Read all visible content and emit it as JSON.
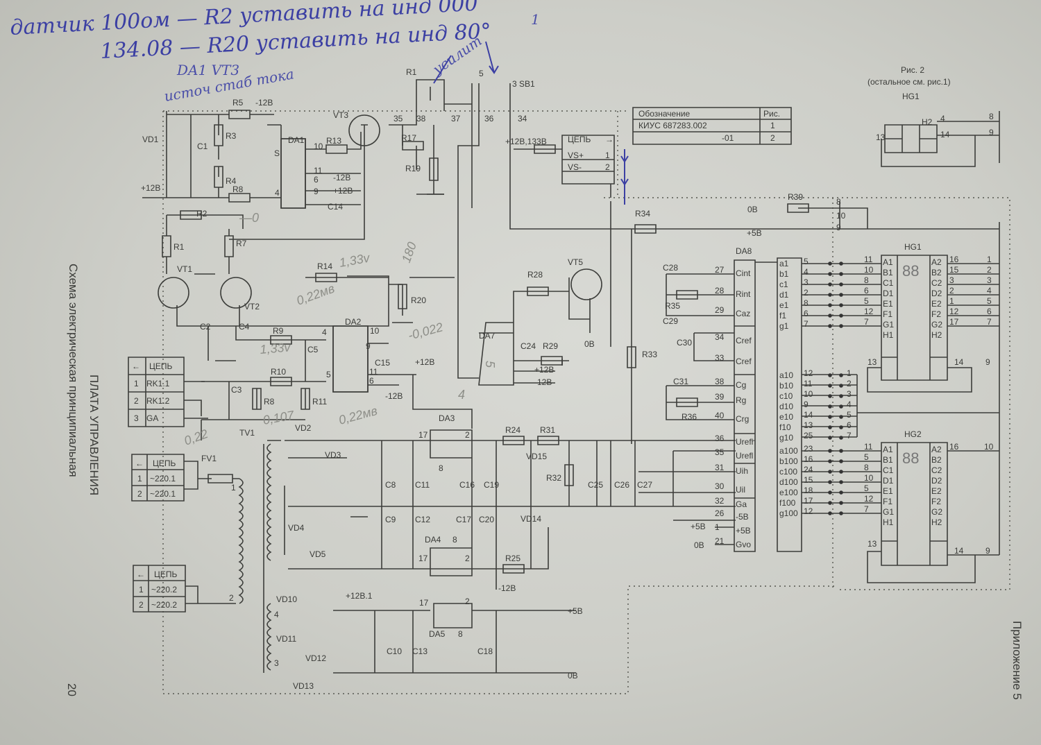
{
  "handwritten_notes": {
    "line1": "датчик 100ом — R2 уставить на инд 000",
    "line2": "134.08 — R20 уставить на инд 80°",
    "line3": "DA1 VT3",
    "line4": "источ стаб тока",
    "arrow_note": "усилит",
    "corner_mark": "1"
  },
  "pencil_notes": [
    "1,33v",
    "180",
    "0,22мв",
    "1,33v",
    "-0,022",
    "0,22мв",
    "0,107",
    "0,22",
    "5",
    "4",
    "—0"
  ],
  "title": {
    "main": "ПЛАТА УПРАВЛЕНИЯ",
    "subtitle": "Схема электрическая принципиальная",
    "page_number": "20",
    "appendix": "Приложение 5"
  },
  "figure2": {
    "caption": "Рис. 2",
    "note": "(остальное см. рис.1)",
    "component": "HG1",
    "pins": [
      "13",
      "4",
      "14",
      "8",
      "9",
      "H2"
    ]
  },
  "designation_table": {
    "headers": [
      "Обозначение",
      "Рис."
    ],
    "rows": [
      [
        "КИУС 687283.002",
        "1"
      ],
      [
        "-01",
        "2"
      ]
    ]
  },
  "connectors": [
    {
      "header": [
        "←",
        "ЦЕПЬ"
      ],
      "rows": [
        [
          "1",
          "RK1.1"
        ],
        [
          "2",
          "RK1.2"
        ],
        [
          "3",
          "GA"
        ]
      ]
    },
    {
      "header": [
        "←",
        "ЦЕПЬ"
      ],
      "rows": [
        [
          "1",
          "~220.1"
        ],
        [
          "2",
          "~220.1"
        ]
      ]
    },
    {
      "header": [
        "←",
        "ЦЕПЬ"
      ],
      "rows": [
        [
          "1",
          "~220.2"
        ],
        [
          "2",
          "~220.2"
        ]
      ]
    },
    {
      "header": [
        "ЦЕПЬ",
        "→"
      ],
      "rows": [
        [
          "VS+",
          "1"
        ],
        [
          "VS-",
          "2"
        ]
      ]
    }
  ],
  "components": [
    "R5",
    "-12В",
    "VT3",
    "R1",
    "5",
    "3 SB1",
    "35",
    "38",
    "37",
    "36",
    "34",
    "VD1",
    "C1",
    "R3",
    "DA1",
    "R13",
    "10",
    "S",
    "11",
    "R4",
    "6",
    "-12В",
    "9",
    "+12В",
    "C14",
    "4",
    "R8",
    "+12В",
    "R17",
    "R19",
    "R2",
    "R1",
    "R7",
    "VT1",
    "VT2",
    "R14",
    "R20",
    "C2",
    "C4",
    "R9",
    "4",
    "DA2",
    "10",
    "9",
    "C15",
    "+12В",
    "R10",
    "5",
    "11",
    "6",
    "-12В",
    "C5",
    "C3",
    "R8",
    "R11",
    "TV1",
    "VD2",
    "VD3",
    "DA3",
    "17",
    "2",
    "R24",
    "R31",
    "VD15",
    "C8",
    "C11",
    "C16",
    "C19",
    "8",
    "R32",
    "C25",
    "C26",
    "C27",
    "C9",
    "C12",
    "C17",
    "C20",
    "VD14",
    "DA4",
    "8",
    "17",
    "2",
    "R25",
    "-12В",
    "VD4",
    "VD5",
    "VD10",
    "VD11",
    "VD12",
    "VD13",
    "+12В.1",
    "17",
    "2",
    "DA5",
    "8",
    "C10",
    "C13",
    "C18",
    "+5В",
    "0В",
    "4",
    "3",
    "1",
    "2",
    "FV1",
    "DA7",
    "C24",
    "R29",
    "+12В",
    "-12В",
    "VT5",
    "R28",
    "0В",
    "R33",
    "+12В,133В",
    "R34",
    "0В",
    "R39",
    "+5В",
    "8",
    "10",
    "9",
    "DA8",
    "HG1",
    "HG2"
  ],
  "da8": {
    "left_pins": [
      {
        "name": "Cint",
        "num": "27"
      },
      {
        "name": "Rint",
        "num": "28"
      },
      {
        "name": "Caz",
        "num": "29"
      },
      {
        "name": "Cref",
        "num": "34"
      },
      {
        "name": "Cref",
        "num": "33"
      },
      {
        "name": "Cg",
        "num": "38"
      },
      {
        "name": "Rg",
        "num": "39"
      },
      {
        "name": "Crg",
        "num": "40"
      },
      {
        "name": "Urefh",
        "num": "36"
      },
      {
        "name": "Urefl",
        "num": "35"
      },
      {
        "name": "Uih",
        "num": "31"
      },
      {
        "name": "Uil",
        "num": "30"
      },
      {
        "name": "Ga",
        "num": "32"
      },
      {
        "name": "-5В",
        "num": "26"
      },
      {
        "name": "+5В",
        "num": "1"
      },
      {
        "name": "Gvo",
        "num": "21"
      }
    ],
    "left_parts": [
      "C28",
      "R35",
      "C29",
      "C30",
      "C31",
      "R36",
      "+5В",
      "0В"
    ],
    "units": {
      "names": [
        "a1",
        "b1",
        "c1",
        "d1",
        "e1",
        "f1",
        "g1"
      ],
      "pins": [
        "5",
        "4",
        "3",
        "2",
        "8",
        "6",
        "7"
      ]
    },
    "tens": {
      "names": [
        "a10",
        "b10",
        "c10",
        "d10",
        "e10",
        "f10",
        "g10"
      ],
      "pins": [
        "12",
        "11",
        "10",
        "9",
        "14",
        "13",
        "25"
      ],
      "out": [
        "1",
        "2",
        "3",
        "4",
        "5",
        "6",
        "7"
      ]
    },
    "hundreds": {
      "names": [
        "a100",
        "b100",
        "c100",
        "d100",
        "e100",
        "f100",
        "g100"
      ],
      "pins": [
        "23",
        "16",
        "24",
        "15",
        "18",
        "17",
        "12"
      ]
    }
  },
  "hg1": {
    "left": [
      "A1",
      "B1",
      "C1",
      "D1",
      "E1",
      "F1",
      "G1",
      "H1"
    ],
    "left_pins": [
      "11",
      "10",
      "8",
      "6",
      "5",
      "12",
      "7"
    ],
    "right": [
      "A2",
      "B2",
      "C2",
      "D2",
      "E2",
      "F2",
      "G2",
      "H2"
    ],
    "right_pins": [
      "16",
      "15",
      "3",
      "2",
      "1",
      "12",
      "17"
    ],
    "out": [
      "1",
      "2",
      "3",
      "4",
      "5",
      "6",
      "7"
    ],
    "digits": "88",
    "bottom": [
      "13",
      "14",
      "9"
    ]
  },
  "hg2": {
    "left": [
      "A1",
      "B1",
      "C1",
      "D1",
      "E1",
      "F1",
      "G1",
      "H1"
    ],
    "left_pins": [
      "11",
      "5",
      "8",
      "10",
      "5",
      "12",
      "7"
    ],
    "right": [
      "A2",
      "B2",
      "C2",
      "D2",
      "E2",
      "F2",
      "G2",
      "H2"
    ],
    "a2_pin": [
      "16",
      "10"
    ],
    "digits": "88",
    "bottom": [
      "13",
      "14",
      "9"
    ]
  }
}
